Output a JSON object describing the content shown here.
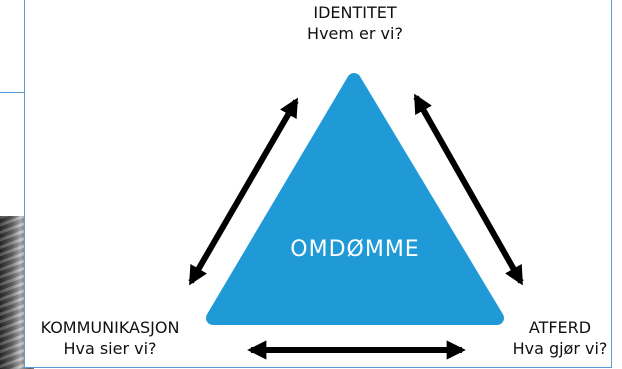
{
  "diagram": {
    "center_label": "OMDØMME",
    "top": {
      "title": "IDENTITET",
      "question": "Hvem er vi?"
    },
    "left": {
      "title": "KOMMUNIKASJON",
      "question": "Hva sier vi?"
    },
    "right": {
      "title": "ATFERD",
      "question": "Hva gjør vi?"
    }
  },
  "colors": {
    "triangle": "#1f9ad6",
    "arrows": "#000000",
    "frame": "#5b9bd5"
  }
}
